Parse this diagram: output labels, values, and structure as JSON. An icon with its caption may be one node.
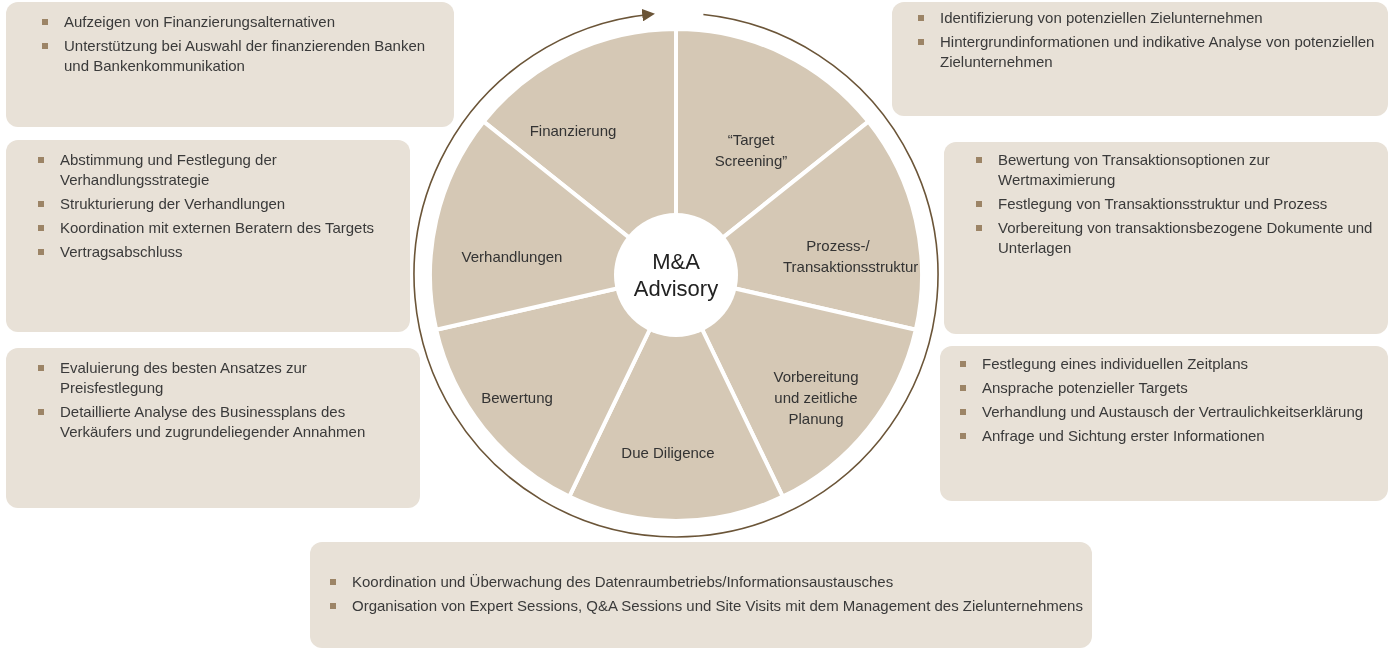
{
  "diagram": {
    "nodes": [
      {
        "text": [
          "Aufzeigen von Finanzierungsalternativen",
          "Unterstützung bei Auswahl der finanzierenden Banken und Bankenkommunikation"
        ]
      },
      {
        "text": [
          "Identifizierung von potenziellen Zielunternehmen",
          "Hintergrundinformationen und indikative Analyse von potenziellen Zielunternehmen"
        ]
      },
      {
        "text": [
          "Abstimmung und Festlegung der Verhandlungsstrategie",
          "Strukturierung der Verhandlungen",
          "Koordination mit externen Beratern des Targets",
          "Vertragsabschluss"
        ]
      },
      {
        "text": [
          "Bewertung von Transaktionsoptionen zur Wertmaximierung",
          "Festlegung von Transaktionsstruktur und Prozess",
          "Vorbereitung von transaktionsbezogene Dokumente und Unterlagen"
        ]
      },
      {
        "text": [
          "Evaluierung des besten Ansatzes zur Preisfestlegung",
          "Detaillierte Analyse des Businessplans des Verkäufers und zugrundeliegender Annahmen"
        ]
      },
      {
        "text": [
          "Festlegung eines individuellen Zeitplans",
          "Ansprache potenzieller Targets",
          "Verhandlung und Austausch der Vertraulichkeitserklärung",
          "Anfrage und Sichtung erster Informationen"
        ]
      },
      {
        "text": [
          "Koordination und Überwachung des Datenraumbetriebs/Informationsaustausches",
          "Organisation von Expert Sessions, Q&A Sessions und Site Visits mit dem Management des Zielunternehmens"
        ]
      },
      {
        "text": [
          "Finanzierung"
        ]
      },
      {
        "text": [
          "“Target Screening”"
        ]
      },
      {
        "text": [
          "Prozess-/ Transaktionsstruktur"
        ]
      },
      {
        "text": [
          "Vorbereitung und zeitliche Planung"
        ]
      },
      {
        "text": [
          "Due Diligence"
        ]
      },
      {
        "text": [
          "Bewertung"
        ]
      },
      {
        "text": [
          "Verhandlungen"
        ]
      },
      {
        "text": [
          "M&A Advisory"
        ]
      }
    ]
  }
}
